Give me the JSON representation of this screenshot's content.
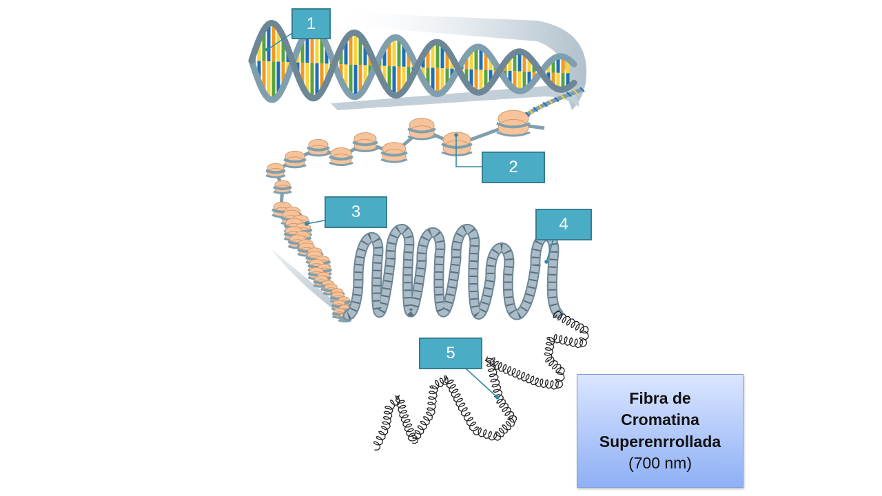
{
  "labels": [
    "1",
    "2",
    "3",
    "4",
    "5"
  ],
  "caption": {
    "line1": "Fibra de",
    "line2": "Cromatina",
    "line3": "Superenrrollada",
    "line4": "(700 nm)"
  },
  "colors": {
    "label_fill": "#4bacc6",
    "label_border": "#357d91",
    "dna_backbone": "#7f9fae",
    "base_orange": "#f39a1e",
    "base_yellow": "#f6d43a",
    "base_green": "#5aa33c",
    "base_blue": "#1f6fb4",
    "nucleosome": "#f6c39a",
    "caption_top": "#dbe6ff",
    "caption_bottom": "#8fb0f5"
  }
}
